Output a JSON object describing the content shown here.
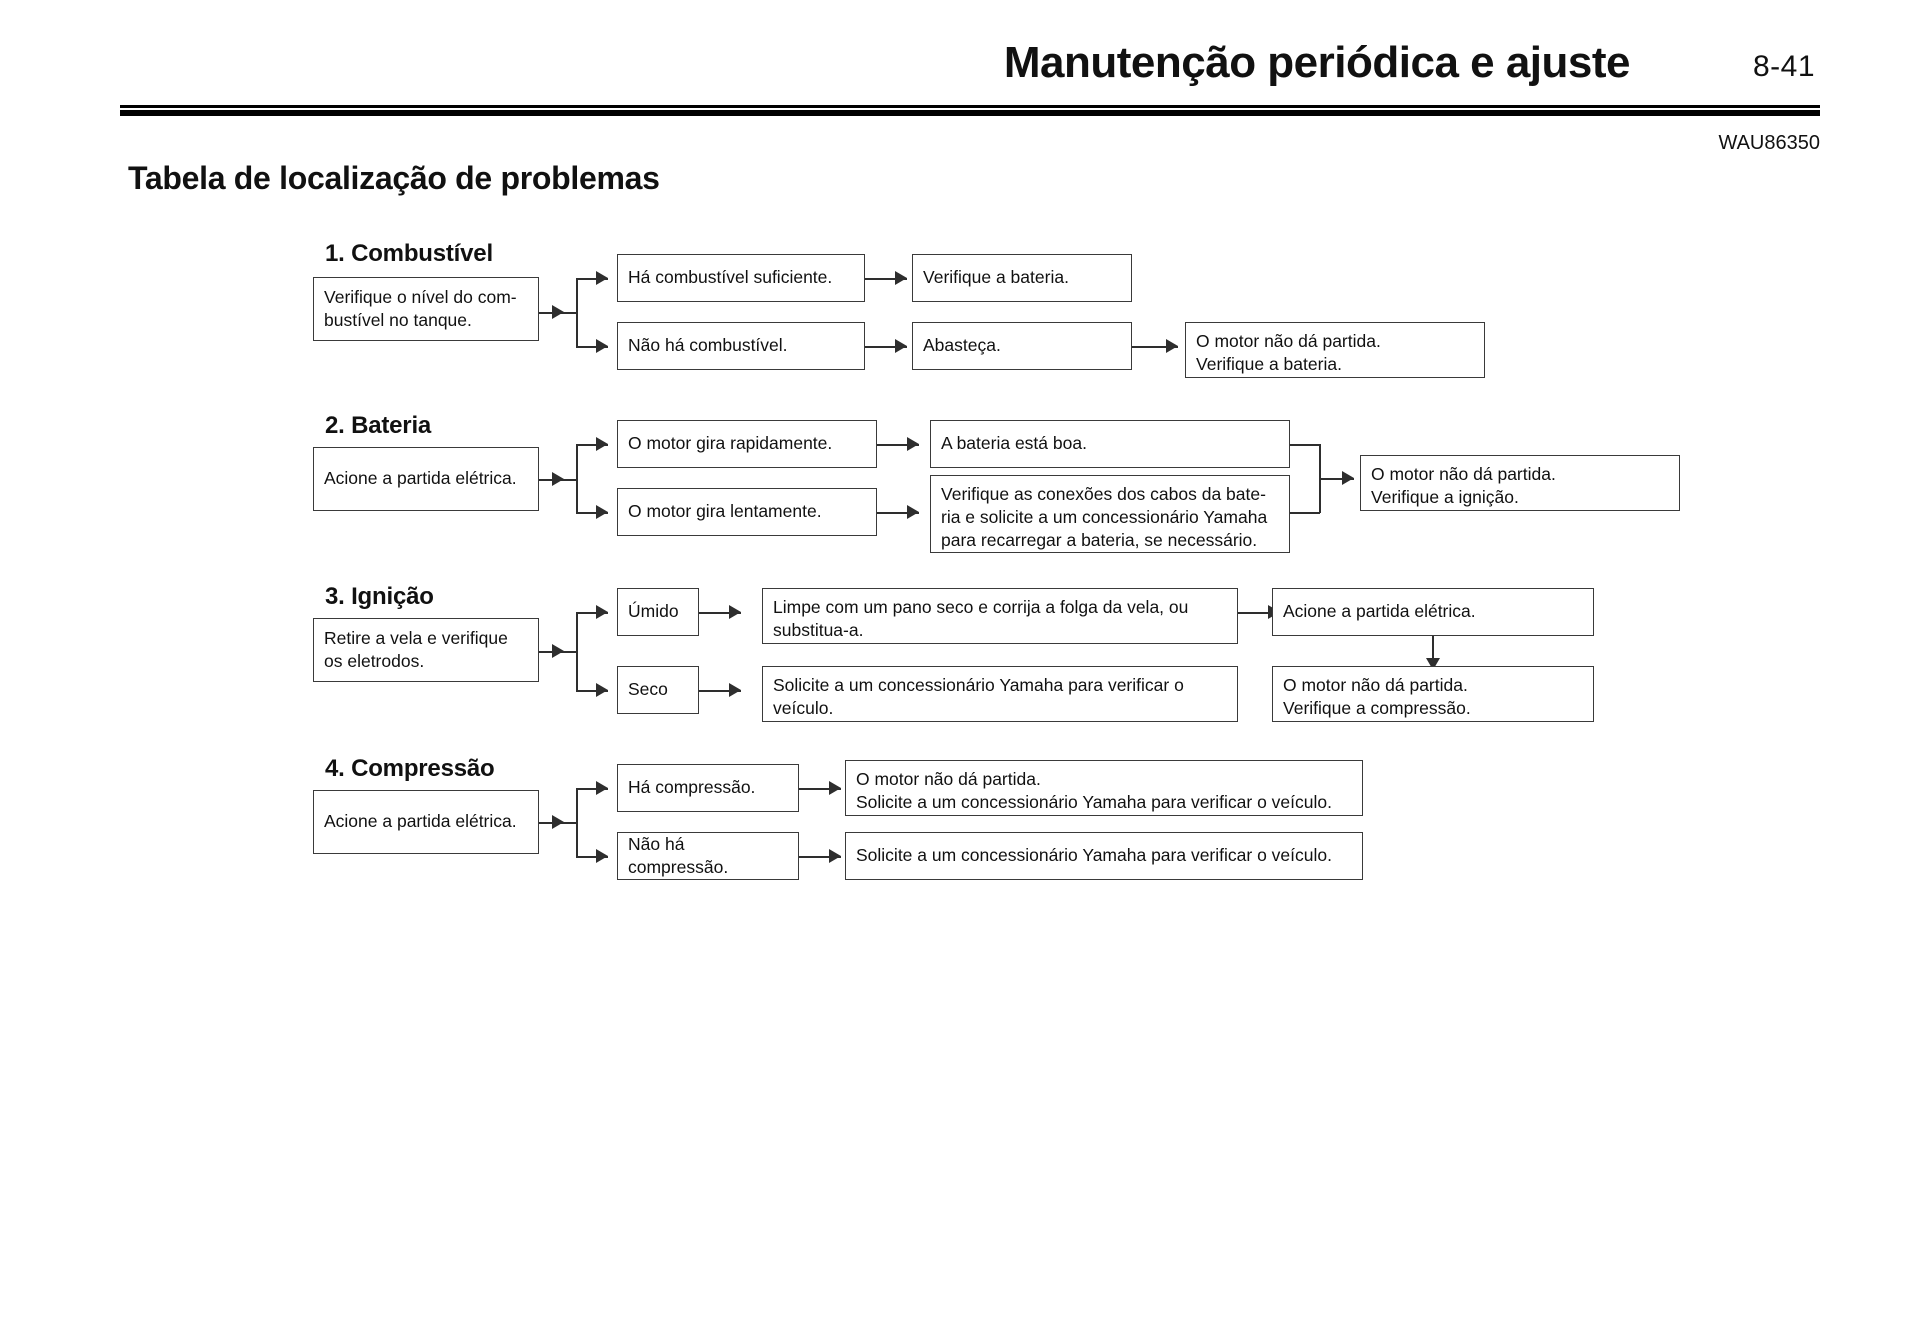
{
  "header": {
    "title": "Manutenção periódica e ajuste",
    "page_number": "8-41",
    "doc_code": "WAU86350"
  },
  "chapter": {
    "title": "Tabela de localização de problemas"
  },
  "sections": [
    {
      "id": "combustivel",
      "title": "1. Combustível",
      "start": "Verifique o nível do com-\nbustível no tanque.",
      "branch_yes": "Há combustível suficiente.",
      "branch_no": "Não há combustível.",
      "yes_next": "Verifique a bateria.",
      "no_next": "Abasteça.",
      "no_result": "O motor não dá partida.\nVerifique a bateria."
    },
    {
      "id": "bateria",
      "title": "2. Bateria",
      "start": "Acione a partida elétrica.",
      "branch_fast": "O motor gira rapidamente.",
      "branch_slow": "O motor gira lentamente.",
      "fast_next": "A bateria está boa.",
      "slow_next": "Verifique as conexões dos cabos da bate-\nria e solicite a um concessionário Yamaha\npara recarregar a bateria, se necessário.",
      "result": "O motor não dá partida.\nVerifique a ignição."
    },
    {
      "id": "ignicao",
      "title": "3. Ignição",
      "start": "Retire a vela e verifique\nos eletrodos.",
      "branch_wet": "Úmido",
      "branch_dry": "Seco",
      "wet_next": "Limpe com um pano seco e corrija a folga da vela, ou\nsubstitua-a.",
      "dry_next": "Solicite a um concessionário Yamaha para verificar o\nveículo.",
      "wet_result": "Acione a partida elétrica.",
      "final_result": "O motor não dá partida.\nVerifique a compressão."
    },
    {
      "id": "compressao",
      "title": "4. Compressão",
      "start": "Acione a partida elétrica.",
      "branch_yes": "Há compressão.",
      "branch_no": "Não há compressão.",
      "yes_next": "O motor não dá partida.\nSolicite a um concessionário Yamaha para verificar o veículo.",
      "no_next": "Solicite a um concessionário Yamaha para verificar o veículo."
    }
  ],
  "colors": {
    "ink": "#111111",
    "rule": "#000000",
    "box_border": "#3a3a3a",
    "connector": "#2e2e2e",
    "background": "#ffffff"
  }
}
